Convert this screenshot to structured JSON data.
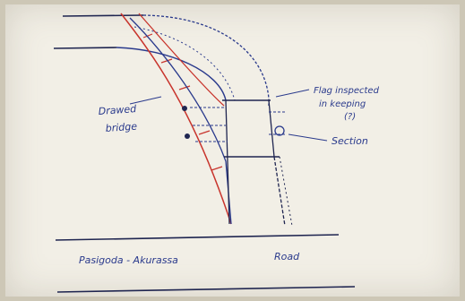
{
  "sketch": {
    "labels": {
      "drawn_bridge": [
        "Drawed",
        "bridge"
      ],
      "flag_note": [
        "Flag inspected",
        "in keeping",
        "(?)"
      ],
      "section_mark": "Section",
      "road": [
        "Pasigoda - Akurassa",
        "Road"
      ]
    },
    "colors": {
      "paper": "#f2efe6",
      "pen_blue": "#2a3a8c",
      "pen_red": "#c8342c",
      "pen_dark": "#1f2550"
    }
  }
}
